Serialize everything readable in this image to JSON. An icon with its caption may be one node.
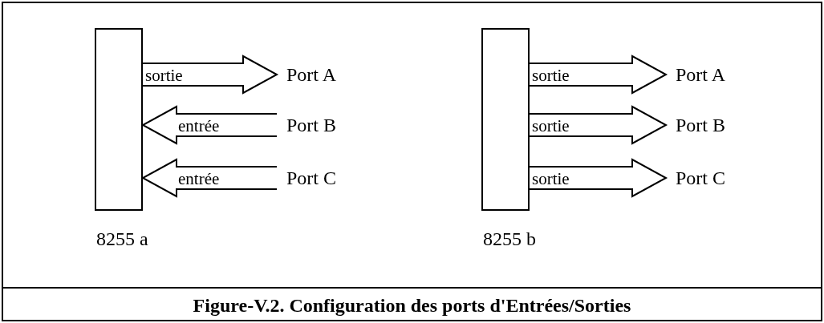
{
  "diagram": {
    "caption": "Figure-V.2. Configuration des ports d'Entrées/Sorties",
    "nodes": [
      {
        "text": [],
        "shape": "box",
        "beside": [
          "8255 a"
        ]
      },
      {
        "text": [
          "Port A"
        ]
      },
      {
        "text": [
          "Port B"
        ]
      },
      {
        "text": [
          "Port C"
        ]
      },
      {
        "text": [],
        "shape": "box",
        "beside": [
          "8255 b"
        ]
      },
      {
        "text": [
          "Port A"
        ]
      },
      {
        "text": [
          "Port B"
        ]
      },
      {
        "text": [
          "Port C"
        ]
      }
    ],
    "edges": [
      {
        "from": 0,
        "to": 1,
        "arrow": "to",
        "label": "sortie"
      },
      {
        "from": 2,
        "to": 0,
        "arrow": "to",
        "label": "entrée"
      },
      {
        "from": 3,
        "to": 0,
        "arrow": "to",
        "label": "entrée"
      },
      {
        "from": 4,
        "to": 5,
        "arrow": "to",
        "label": "sortie"
      },
      {
        "from": 4,
        "to": 6,
        "arrow": "to",
        "label": "sortie"
      },
      {
        "from": 4,
        "to": 7,
        "arrow": "to",
        "label": "sortie"
      }
    ]
  }
}
